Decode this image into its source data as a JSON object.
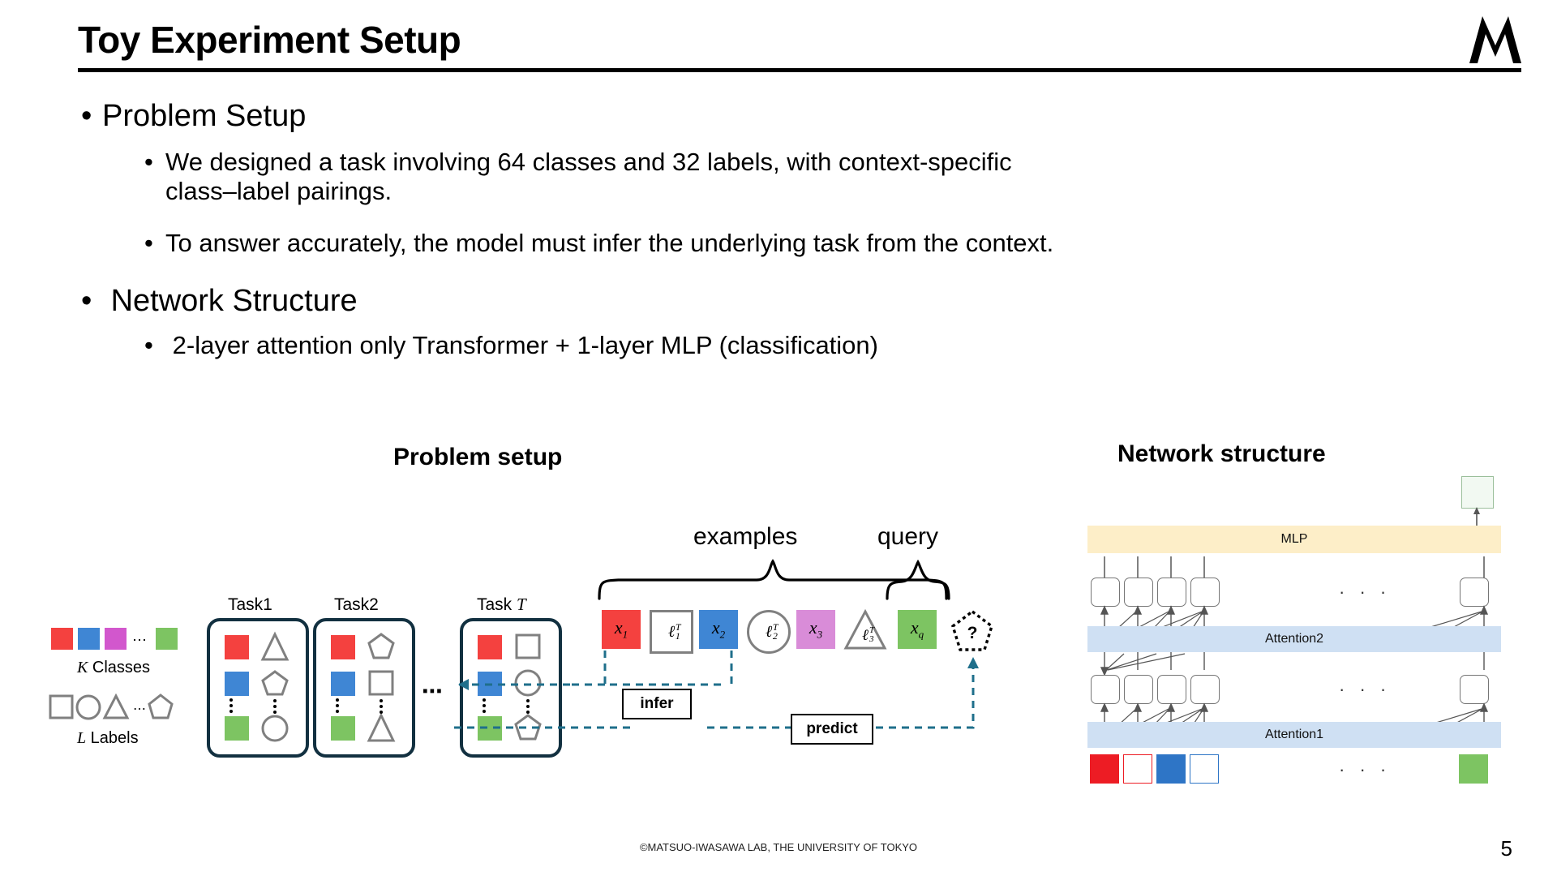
{
  "slide": {
    "title": "Toy Experiment Setup",
    "page_number": "5",
    "footer": "©MATSUO-IWASAWA LAB, THE UNIVERSITY OF TOKYO",
    "logo_name": "matsuo-iwasawa-lab-logo"
  },
  "bullets": {
    "item1": "Problem Setup",
    "item1_sub1_line1": "We designed a task involving 64 classes and 32 labels, with context-specific",
    "item1_sub1_line2": "class–label pairings.",
    "item1_sub2": "To answer accurately, the model must infer the underlying task from the context.",
    "item2": "Network Structure",
    "item2_sub1": "2-layer attention only Transformer + 1-layer MLP (classification)",
    "bullet_glyph": "•"
  },
  "figures": {
    "left_caption": "Problem setup",
    "right_caption": "Network structure"
  },
  "legend": {
    "classes_label_italic": "K",
    "classes_label": " Classes",
    "labels_label_italic": "L",
    "labels_label": " Labels",
    "class_colors": [
      "#f4413f",
      "#3f86d4",
      "#d257cd",
      "#7dc462"
    ],
    "ellipsis": "⋯",
    "label_shapes": [
      "square",
      "circle",
      "triangle",
      "pentagon"
    ]
  },
  "tasks": [
    {
      "name": "Task1",
      "name_italic": "",
      "rows": [
        {
          "color": "#f4413f",
          "shape": "triangle"
        },
        {
          "color": "#3f86d4",
          "shape": "pentagon"
        },
        {
          "color": "#7dc462",
          "shape": "circle"
        }
      ]
    },
    {
      "name": "Task2",
      "name_italic": "",
      "rows": [
        {
          "color": "#f4413f",
          "shape": "pentagon"
        },
        {
          "color": "#3f86d4",
          "shape": "square"
        },
        {
          "color": "#7dc462",
          "shape": "triangle"
        }
      ]
    },
    {
      "name": "Task ",
      "name_italic": "T",
      "rows": [
        {
          "color": "#f4413f",
          "shape": "square"
        },
        {
          "color": "#3f86d4",
          "shape": "circle"
        },
        {
          "color": "#7dc462",
          "shape": "pentagon"
        }
      ]
    }
  ],
  "task_separator": "⋯",
  "sequence": {
    "examples_label": "examples",
    "query_label": "query",
    "tokens": [
      {
        "text": "x",
        "sub": "1",
        "sup": "",
        "kind": "fill",
        "color": "#f4413f",
        "shape": "square"
      },
      {
        "text": "ℓ",
        "sub": "1",
        "sup": "T",
        "kind": "outline",
        "color": "#808080",
        "shape": "square"
      },
      {
        "text": "x",
        "sub": "2",
        "sup": "",
        "kind": "fill",
        "color": "#3f86d4",
        "shape": "square"
      },
      {
        "text": "ℓ",
        "sub": "2",
        "sup": "T",
        "kind": "outline",
        "color": "#808080",
        "shape": "circle"
      },
      {
        "text": "x",
        "sub": "3",
        "sup": "",
        "kind": "fill",
        "color": "#d98cd8",
        "shape": "square"
      },
      {
        "text": "ℓ",
        "sub": "3",
        "sup": "T",
        "kind": "outline",
        "color": "#808080",
        "shape": "triangle"
      },
      {
        "text": "x",
        "sub": "q",
        "sup": "",
        "kind": "fill",
        "color": "#7dc462",
        "shape": "square"
      },
      {
        "text": "?",
        "sub": "",
        "sup": "",
        "kind": "dotted",
        "color": "#000000",
        "shape": "pentagon"
      }
    ],
    "infer_tag": "infer",
    "predict_tag": "predict",
    "arrow_color": "#1f6f8b"
  },
  "network": {
    "mlp_label": "MLP",
    "mlp_color": "#fdeec8",
    "attention2_label": "Attention2",
    "attention1_label": "Attention1",
    "attention_color": "#cfe0f3",
    "dots": "·   ·   ·",
    "input_tokens": [
      {
        "kind": "fill",
        "color": "#ed1c24"
      },
      {
        "kind": "outline",
        "color": "#ed1c24"
      },
      {
        "kind": "fill",
        "color": "#2e75c6"
      },
      {
        "kind": "outline",
        "color": "#2e75c6"
      },
      {
        "kind": "fill",
        "color": "#7dc462"
      }
    ],
    "output_cell_color": "#eef6ee"
  }
}
